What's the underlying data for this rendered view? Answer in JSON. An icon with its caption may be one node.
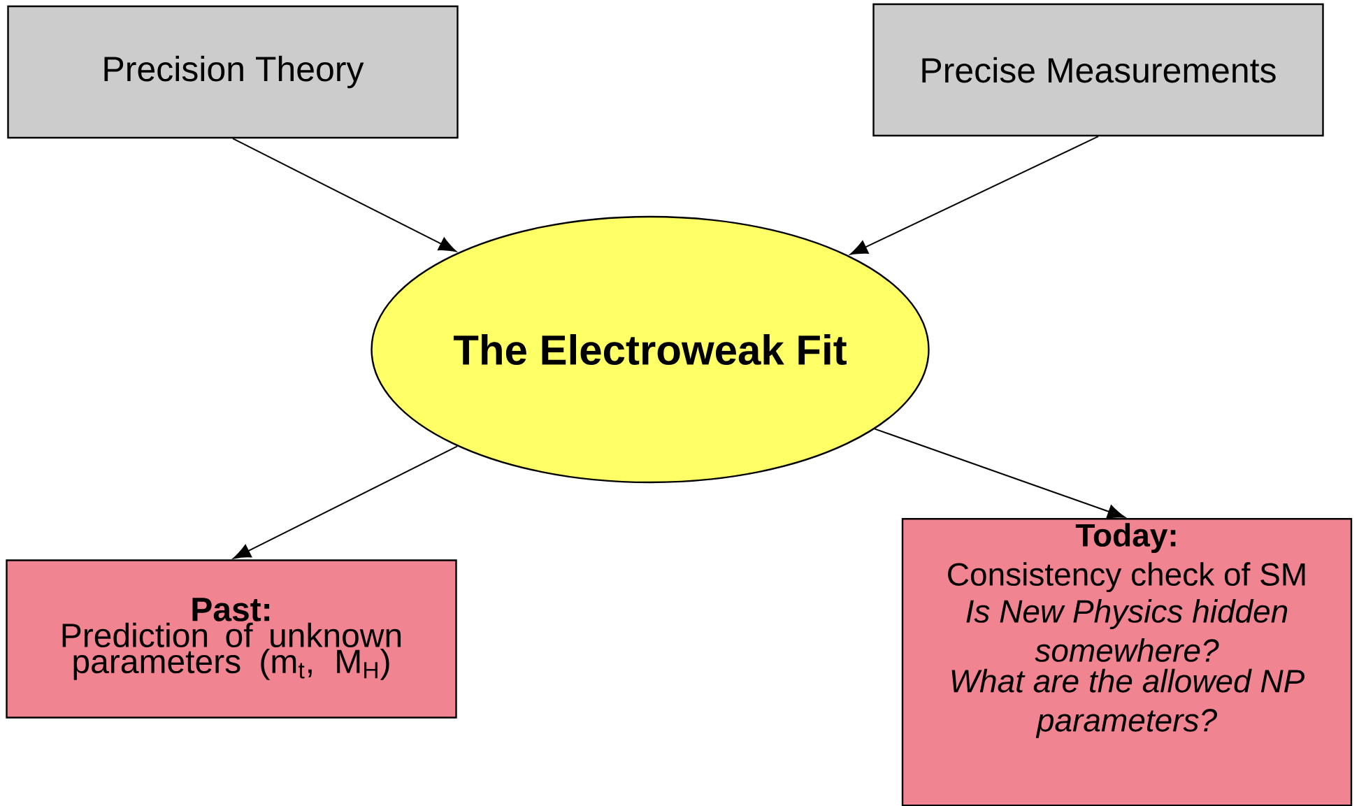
{
  "diagram": {
    "nodes": [
      {
        "text": [
          "Precision Theory"
        ]
      },
      {
        "text": [
          "Precise Measurements"
        ]
      },
      {
        "text": [
          "The Electroweak Fit"
        ]
      },
      {
        "text": [
          "Past:",
          "Prediction of unknown parameters (m$_{t}$, M$_{H}$)"
        ]
      },
      {
        "text": [
          "Today:",
          "Consistency check of SM",
          "Is New Physics hidden somewhere?",
          "What are the allowed NP parameters?"
        ]
      }
    ],
    "edges": [
      {
        "from": 0,
        "to": 2,
        "arrow": "to"
      },
      {
        "from": 1,
        "to": 2,
        "arrow": "to"
      },
      {
        "from": 2,
        "to": 3,
        "arrow": "to"
      },
      {
        "from": 2,
        "to": 4,
        "arrow": "to"
      }
    ]
  }
}
